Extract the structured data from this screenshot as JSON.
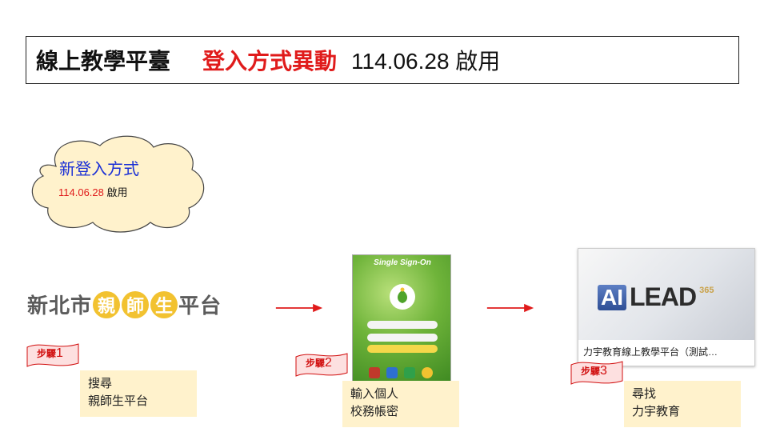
{
  "title": {
    "main": "線上教學平臺",
    "change": "登入方式異動",
    "date": "114.06.28 啟用"
  },
  "cloud": {
    "line1": "新登入方式",
    "date": "114.06.28",
    "suffix": " 啟用"
  },
  "step1": {
    "logo_prefix": "新北市",
    "logo_c1": "親",
    "logo_c2": "師",
    "logo_c3": "生",
    "logo_suffix": "平台",
    "flag_prefix": "步驟",
    "flag_num": "1",
    "note_line1": "搜尋",
    "note_line2": "親師生平台"
  },
  "step2": {
    "sso_title": "Single Sign-On",
    "flag_prefix": "步驟",
    "flag_num": "2",
    "note_line1": "輸入個人",
    "note_line2": "校務帳密"
  },
  "step3": {
    "logo_ai": "AI",
    "logo_word": "LEAD",
    "logo_365": "365",
    "caption": "力宇教育線上教學平台（測試…",
    "flag_prefix": "步驟",
    "flag_num": "3",
    "note_line1": "尋找",
    "note_line2": "力宇教育"
  },
  "colors": {
    "accent_red": "#e01b1b",
    "cloud_blue": "#1a2fd6",
    "note_bg": "#fff2cc",
    "logo_yellow": "#f2c230"
  }
}
